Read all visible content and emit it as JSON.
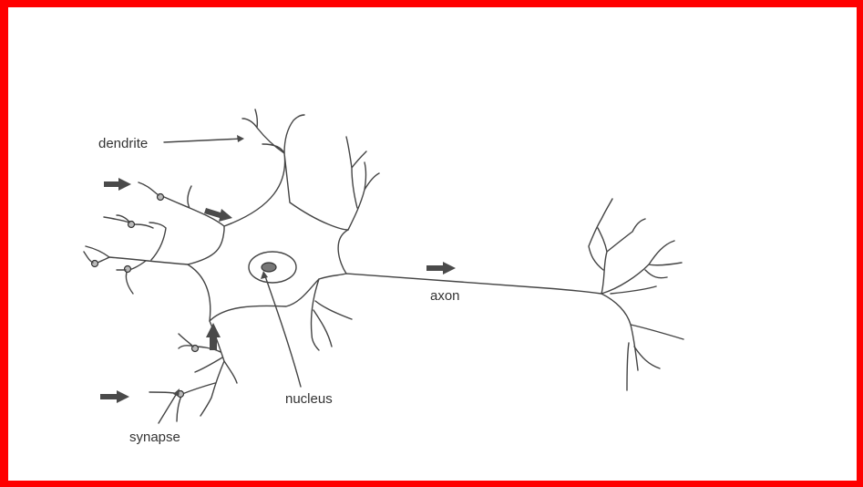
{
  "colors": {
    "border": "#ff0000",
    "ink": "#444444",
    "arrow": "#4a4a4a"
  },
  "labels": {
    "dendrite": "dendrite",
    "axon": "axon",
    "nucleus": "nucleus",
    "synapse": "synapse"
  }
}
